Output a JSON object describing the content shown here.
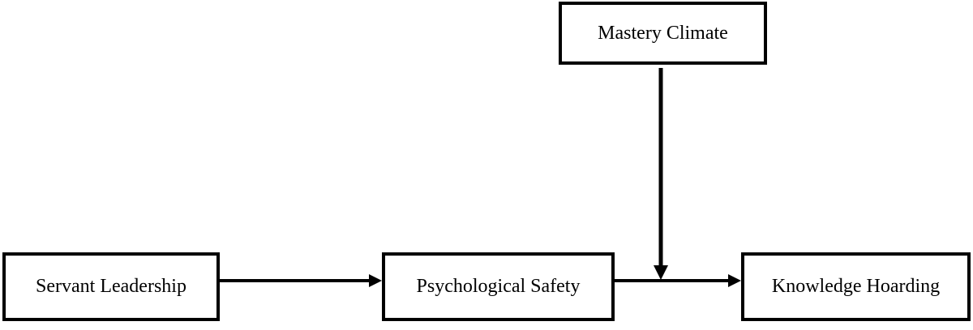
{
  "diagram": {
    "nodes": [
      {
        "id": "mastery",
        "label": "Mastery Climate"
      },
      {
        "id": "servant",
        "label": "Servant Leadership"
      },
      {
        "id": "psych",
        "label": "Psychological Safety"
      },
      {
        "id": "knowledge",
        "label": "Knowledge Hoarding"
      }
    ],
    "edges": [
      {
        "from": "servant",
        "to": "psych"
      },
      {
        "from": "psych",
        "to": "knowledge"
      },
      {
        "from": "mastery",
        "to": "psych-knowledge-path",
        "type": "moderation"
      }
    ],
    "colors": {
      "stroke": "#000000",
      "background": "#ffffff"
    }
  }
}
